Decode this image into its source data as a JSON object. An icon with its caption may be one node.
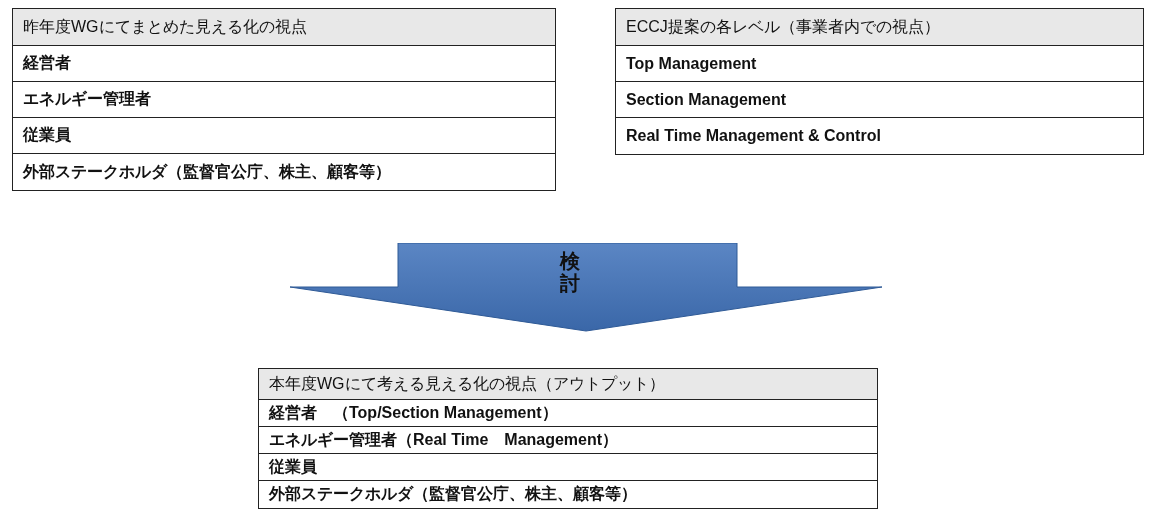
{
  "diagram": {
    "nodes": [
      {
        "text": [
          "昨年度WGにてまとめた見える化の視点"
        ]
      },
      {
        "text": [
          "経営者"
        ],
        "in": 0
      },
      {
        "text": [
          "エネルギー管理者"
        ],
        "in": 0
      },
      {
        "text": [
          "従業員"
        ],
        "in": 0
      },
      {
        "text": [
          "外部ステークホルダ（監督官公庁、株主、顧客等）"
        ],
        "in": 0
      },
      {
        "text": [
          "ECCJ提案の各レベル（事業者内での視点）"
        ]
      },
      {
        "text": [
          "Top Management"
        ],
        "in": 5
      },
      {
        "text": [
          "Section Management"
        ],
        "in": 5
      },
      {
        "text": [
          "Real Time Management & Control"
        ],
        "in": 5
      },
      {
        "text": [
          "検討"
        ]
      },
      {
        "text": [
          "本年度WGにて考える見える化の視点（アウトプット）"
        ]
      },
      {
        "text": [
          "経営者　（Top/Section Management）"
        ],
        "in": 10
      },
      {
        "text": [
          "エネルギー管理者（Real Time　Management）"
        ],
        "in": 10
      },
      {
        "text": [
          "従業員"
        ],
        "in": 10
      },
      {
        "text": [
          "外部ステークホルダ（監督官公庁、株主、顧客等）"
        ],
        "in": 10
      }
    ],
    "edges": []
  }
}
